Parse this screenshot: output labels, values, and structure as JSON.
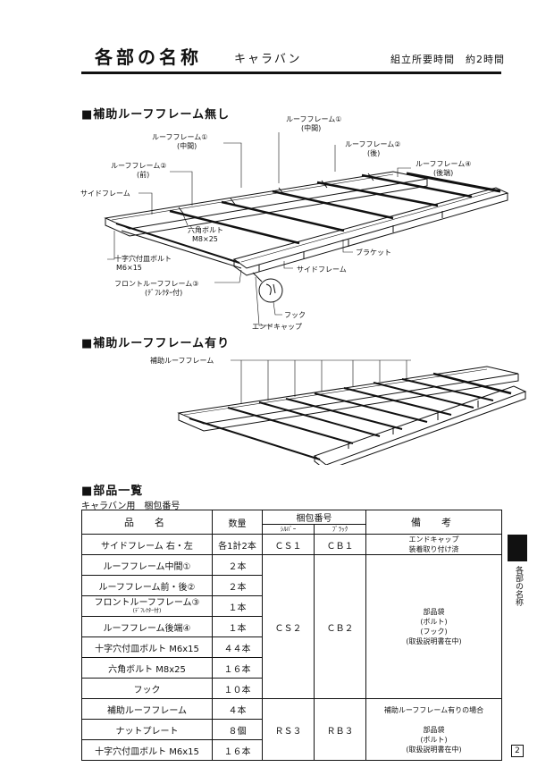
{
  "header": {
    "title": "各部の名称",
    "model": "キャラバン",
    "time": "組立所要時間　約2時間"
  },
  "section1": {
    "title": "■補助ルーフフレーム無し",
    "labels": {
      "frame1_top": "ルーフフレーム①",
      "frame1_top_sub": "(中間)",
      "frame1_left": "ルーフフレーム①",
      "frame1_left_sub": "(中間)",
      "frame2_rear": "ルーフフレーム②",
      "frame2_rear_sub": "(後)",
      "frame2_front": "ルーフフレーム②",
      "frame2_front_sub": "(前)",
      "frame4": "ルーフフレーム④",
      "frame4_sub": "(後端)",
      "side_frame_left": "サイドフレーム",
      "hex_bolt": "六角ボルト",
      "hex_bolt_size": "M8×25",
      "bracket": "ブラケット",
      "cross_bolt": "十字穴付皿ボルト",
      "cross_bolt_size": "M6×15",
      "side_frame_bottom": "サイドフレーム",
      "front_frame": "フロントルーフフレーム③",
      "front_frame_sub": "(ﾃﾞﾌﾚｸﾀｰ付)",
      "hook": "フック",
      "end_cap": "エンドキャップ"
    }
  },
  "section2": {
    "title": "■補助ルーフフレーム有り",
    "label": "補助ルーフフレーム"
  },
  "section3": {
    "title": "■部品一覧",
    "subtitle": "キャラバン用　梱包番号",
    "headers": {
      "name": "品　名",
      "qty": "数量",
      "pack": "梱包番号",
      "silver": "ｼﾙﾊﾞｰ",
      "black": "ﾌﾞﾗｯｸ",
      "note": "備　考"
    },
    "rows": [
      {
        "name": "サイドフレーム 右・左",
        "qty": "各1計2本"
      },
      {
        "name": "ルーフフレーム中間①",
        "qty": "２本"
      },
      {
        "name": "ルーフフレーム前・後②",
        "qty": "２本"
      },
      {
        "name": "フロントルーフフレーム③",
        "name_sub": "(ﾃﾞﾌﾚｸﾀｰ付)",
        "qty": "１本"
      },
      {
        "name": "ルーフフレーム後端④",
        "qty": "１本"
      },
      {
        "name": "十字穴付皿ボルト M6x15",
        "qty": "４４本"
      },
      {
        "name": "六角ボルト M8x25",
        "qty": "１６本"
      },
      {
        "name": "フック",
        "qty": "１０本"
      },
      {
        "name": "補助ルーフフレーム",
        "qty": "４本"
      },
      {
        "name": "ナットプレート",
        "qty": "８個"
      },
      {
        "name": "十字穴付皿ボルト M6x15",
        "qty": "１６本"
      }
    ],
    "groups": {
      "g1": {
        "silver": "ＣＳ１",
        "black": "ＣＢ１",
        "note1": "エンドキャップ",
        "note2": "装着取り付け済"
      },
      "g2": {
        "silver": "ＣＳ２",
        "black": "ＣＢ２",
        "note1": "部品袋",
        "note2": "(ボルト)",
        "note3": "(フック)",
        "note4": "(取扱説明書在中)"
      },
      "g3": {
        "silver": "ＲＳ３",
        "black": "ＲＢ３",
        "note0": "補助ルーフフレーム有りの場合",
        "note1": "部品袋",
        "note2": "(ボルト)",
        "note3": "(取扱説明書在中)"
      }
    }
  },
  "side_tab": "各部の名称",
  "page_number": "2"
}
